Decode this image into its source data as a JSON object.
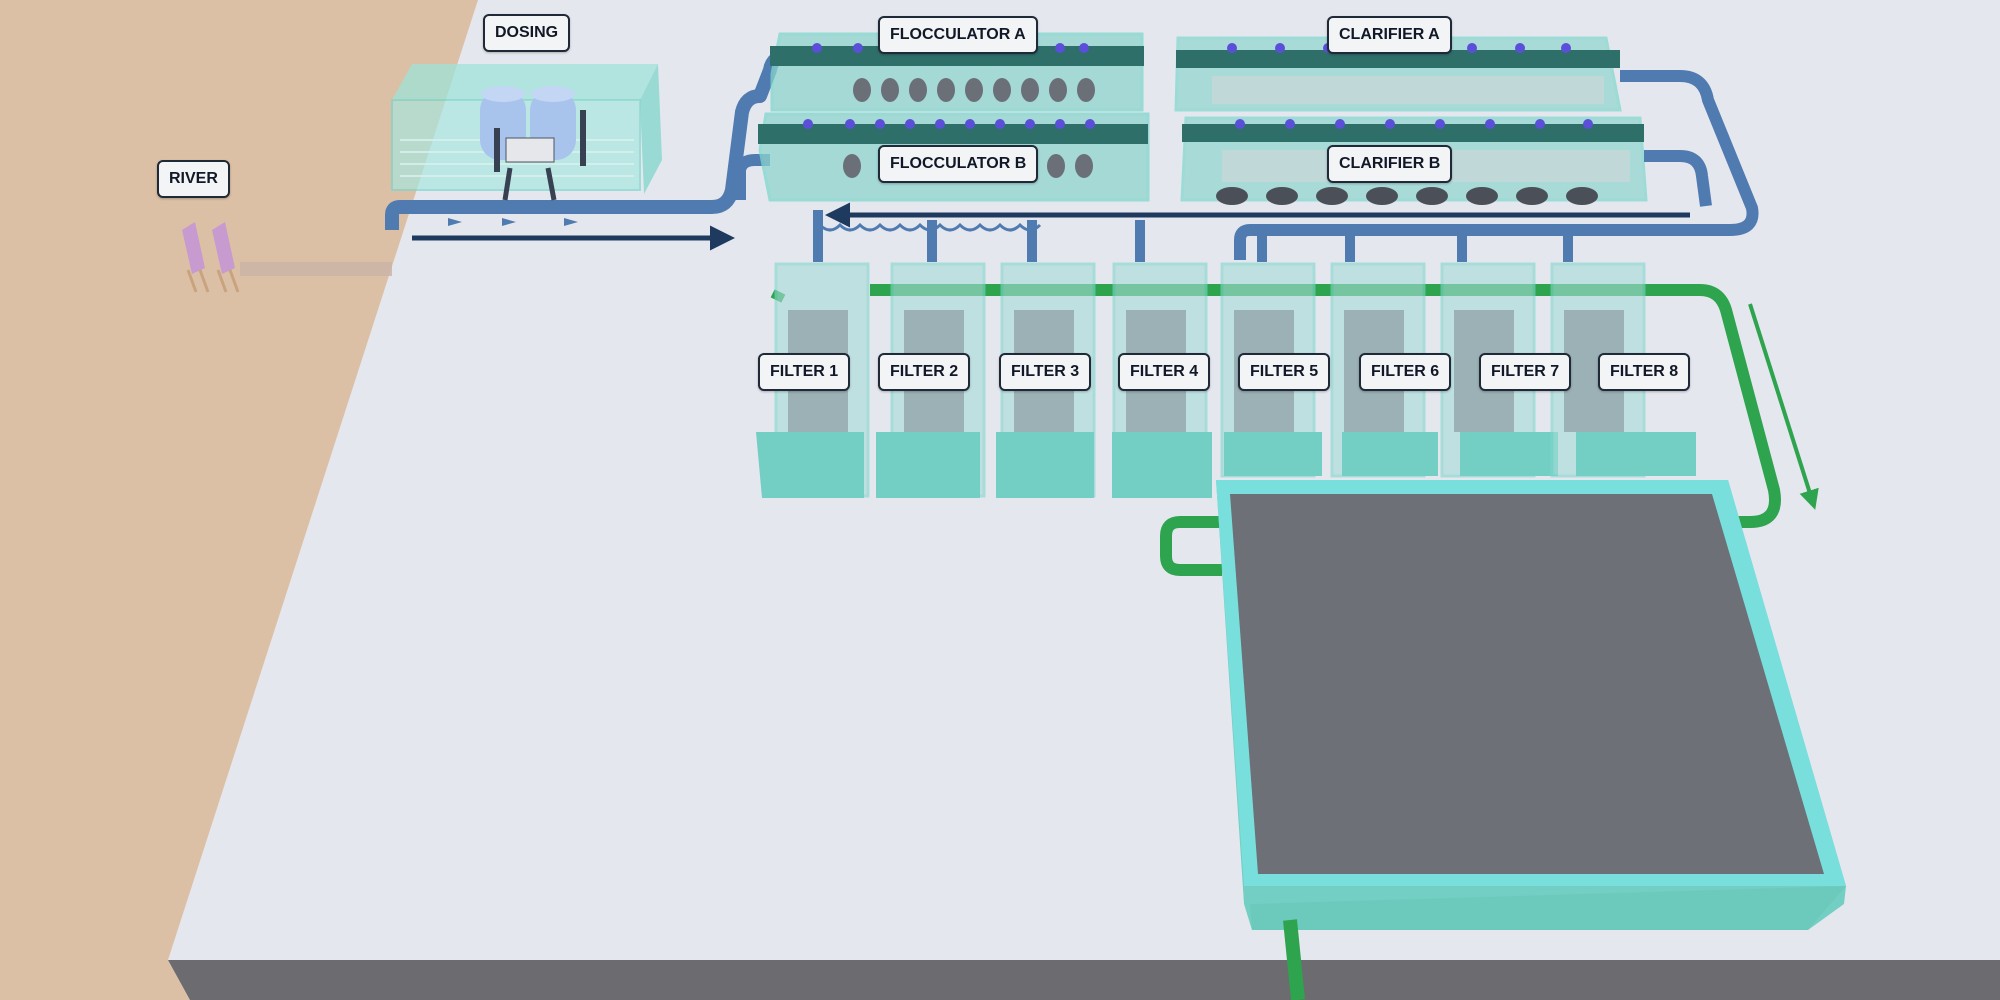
{
  "labels": {
    "river": "RIVER",
    "dosing": "DOSING",
    "flocculator_a": "FLOCCULATOR A",
    "flocculator_b": "FLOCCULATOR B",
    "clarifier_a": "CLARIFIER A",
    "clarifier_b": "CLARIFIER B",
    "filters": [
      "FILTER 1",
      "FILTER 2",
      "FILTER 3",
      "FILTER 4",
      "FILTER 5",
      "FILTER 6",
      "FILTER 7",
      "FILTER 8"
    ]
  },
  "colors": {
    "ground": "#e5e7ee",
    "sand": "#dcc0a5",
    "base_edge": "#6b6b70",
    "tank_wall": "#7fd6cc",
    "tank_glass": "#a6dcd8",
    "raw_pipe": "#4f7bb0",
    "clean_pipe": "#2ea44f",
    "flow_arrow": "#1e3a5f",
    "reservoir_water": "#6e7077"
  }
}
